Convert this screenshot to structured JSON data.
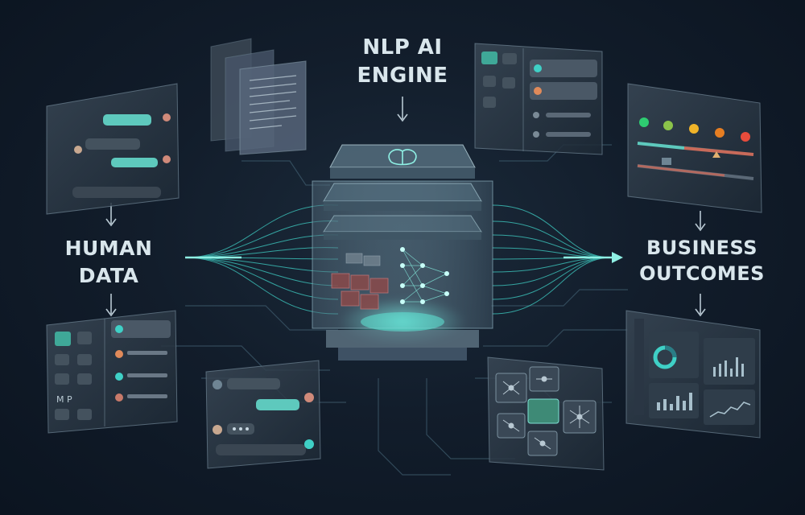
{
  "labels": {
    "engine": "NLP AI\nENGINE",
    "human": "HUMAN\nDATA",
    "business": "BUSINESS\nOUTCOMES"
  },
  "panels": {
    "inbox": {
      "letters": "M P"
    }
  },
  "colors": {
    "background": "#0e1724",
    "accent": "#3fd0c6",
    "bubble": "#5ec9bd",
    "panel": "#2a3644",
    "text": "#d9e6ec",
    "sentiment": [
      "#2ecc71",
      "#8bc34a",
      "#f0b429",
      "#e67e22",
      "#e74c3c"
    ]
  },
  "icons": [
    "brain-icon",
    "user-avatar-icon",
    "mail-icon",
    "gear-icon",
    "lock-icon",
    "network-icon",
    "donut-chart-icon",
    "bar-chart-icon",
    "line-chart-icon"
  ]
}
